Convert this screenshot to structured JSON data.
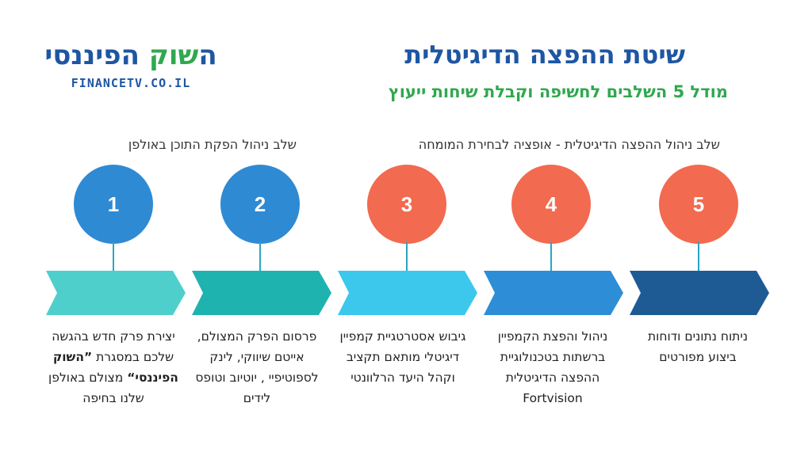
{
  "logo": {
    "name_part1": "ה",
    "name_part2": "שוק",
    "name_part3": " הפיננסי",
    "url": "FINANCETV.CO.IL"
  },
  "header": {
    "title": "שיטת ההפצה הדיגיטלית",
    "subtitle": "מודל 5 השלבים לחשיפה וקבלת שיחות ייעוץ"
  },
  "phases": {
    "studio": "שלב ניהול הפקת התוכן באולפן",
    "digital": "שלב ניהול ההפצה הדיגיטלית - אופציה לבחירת המומחה"
  },
  "colors": {
    "circle_blue": "#2f8ad4",
    "circle_orange": "#f26a4f",
    "arrow_1": "#4fcfcc",
    "arrow_2": "#1fb3b0",
    "arrow_3": "#3cc7ec",
    "arrow_4": "#2d8ed7",
    "arrow_5": "#1e5b95"
  },
  "steps": [
    {
      "number": "1",
      "desc_before": "יצירת פרק חדש בהגשה שלכם במסגרת ",
      "desc_bold": "”השוק הפיננסי“",
      "desc_after": " מצולם באולפן שלנו בחיפה"
    },
    {
      "number": "2",
      "desc": "פרסום הפרק המצולם, אייטם שיווקי, לינק לספוטיפיי , יוטיוב וטופס לידים"
    },
    {
      "number": "3",
      "desc": "גיבוש אסטרטגיית קמפיין דיגיטלי מותאם תקציב וקהל היעד הרלוונטי"
    },
    {
      "number": "4",
      "desc": "ניהול והפצת הקמפיין  ברשתות בטכנולוגיית ההפצה הדיגיטלית Fortvision"
    },
    {
      "number": "5",
      "desc": "ניתוח נתונים ודוחות ביצוע מפורטים"
    }
  ]
}
